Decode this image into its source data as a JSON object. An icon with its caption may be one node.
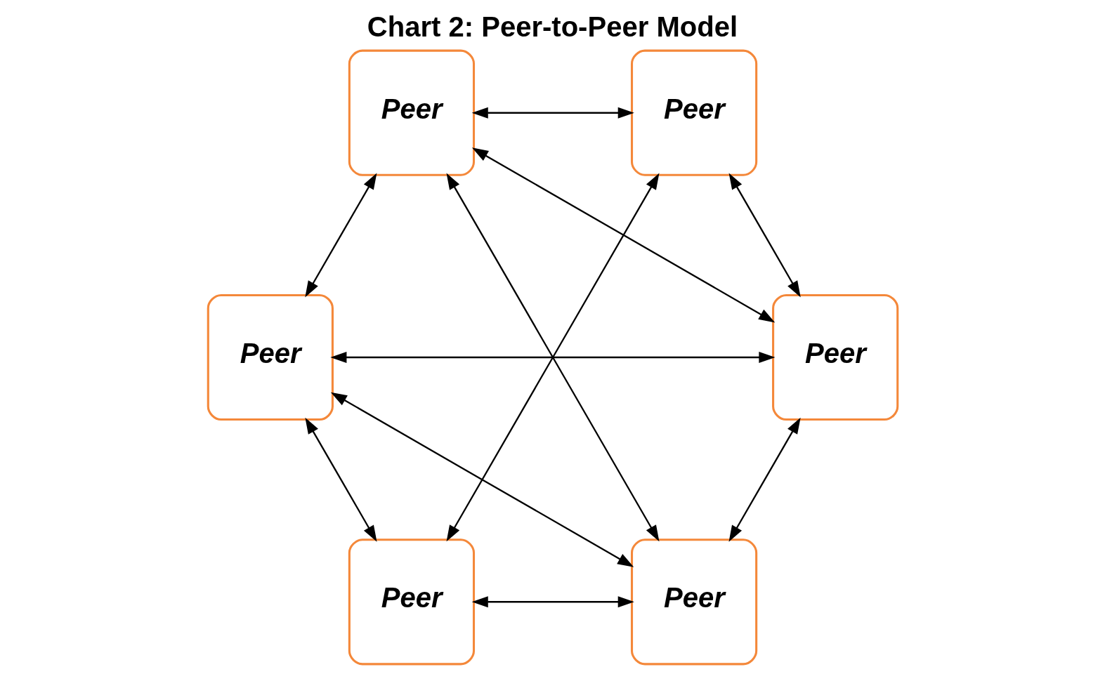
{
  "diagram": {
    "title": "Chart 2: Peer-to-Peer Model",
    "nodes": [
      {
        "text": [
          "Peer"
        ]
      },
      {
        "text": [
          "Peer"
        ]
      },
      {
        "text": [
          "Peer"
        ]
      },
      {
        "text": [
          "Peer"
        ]
      },
      {
        "text": [
          "Peer"
        ]
      },
      {
        "text": [
          "Peer"
        ]
      }
    ],
    "edges": [
      {
        "from": 0,
        "to": 1,
        "arrow": "both"
      },
      {
        "from": 0,
        "to": 2,
        "arrow": "both"
      },
      {
        "from": 1,
        "to": 3,
        "arrow": "both"
      },
      {
        "from": 2,
        "to": 3,
        "arrow": "both"
      },
      {
        "from": 0,
        "to": 4,
        "arrow": "both"
      },
      {
        "from": 0,
        "to": 5,
        "arrow": "both"
      },
      {
        "from": 1,
        "to": 4,
        "arrow": "both"
      },
      {
        "from": 1,
        "to": 5,
        "arrow": "both"
      },
      {
        "from": 2,
        "to": 4,
        "arrow": "both"
      },
      {
        "from": 3,
        "to": 5,
        "arrow": "both"
      },
      {
        "from": 4,
        "to": 5,
        "arrow": "both"
      }
    ]
  }
}
